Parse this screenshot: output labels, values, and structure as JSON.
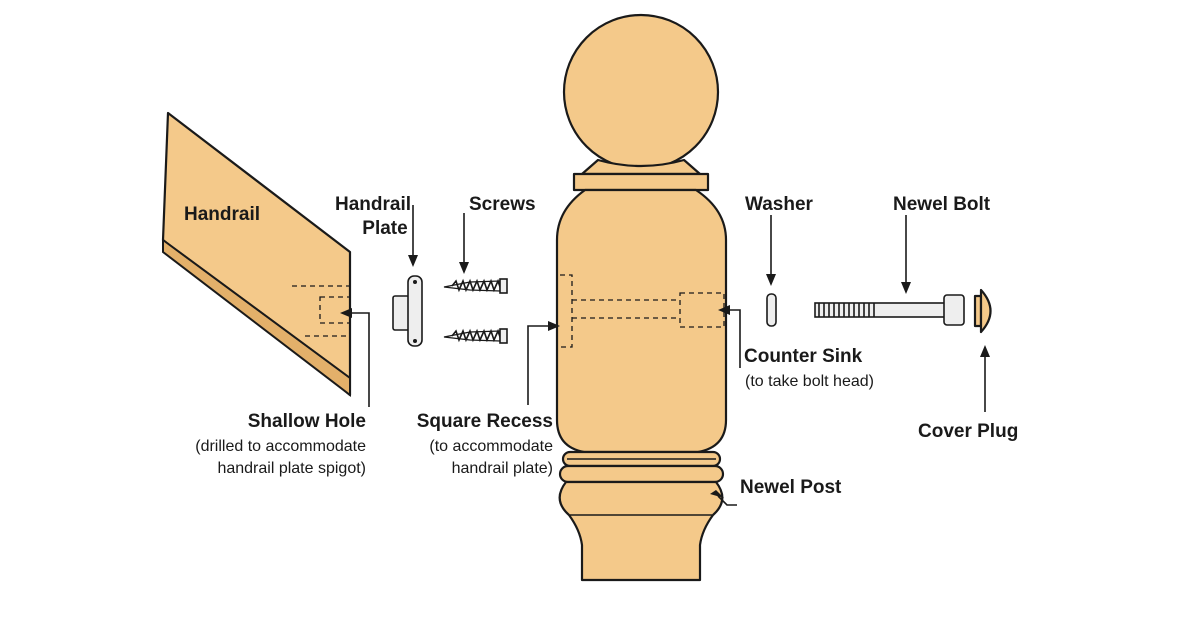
{
  "labels": {
    "handrail": "Handrail",
    "handrail_plate_line1": "Handrail",
    "handrail_plate_line2": "Plate",
    "screws": "Screws",
    "washer": "Washer",
    "newel_bolt": "Newel Bolt",
    "counter_sink": "Counter Sink",
    "counter_sink_note": "(to take bolt head)",
    "cover_plug": "Cover Plug",
    "shallow_hole": "Shallow Hole",
    "shallow_hole_note_line1": "(drilled to accommodate",
    "shallow_hole_note_line2": "handrail plate spigot)",
    "square_recess": "Square Recess",
    "square_recess_note_line1": "(to accommodate",
    "square_recess_note_line2": "handrail plate)",
    "newel_post": "Newel Post"
  },
  "colors": {
    "wood": "#f4c98a",
    "wood_shade": "#e3b06a",
    "line": "#1a1a1a",
    "steel": "#eeeeee"
  }
}
